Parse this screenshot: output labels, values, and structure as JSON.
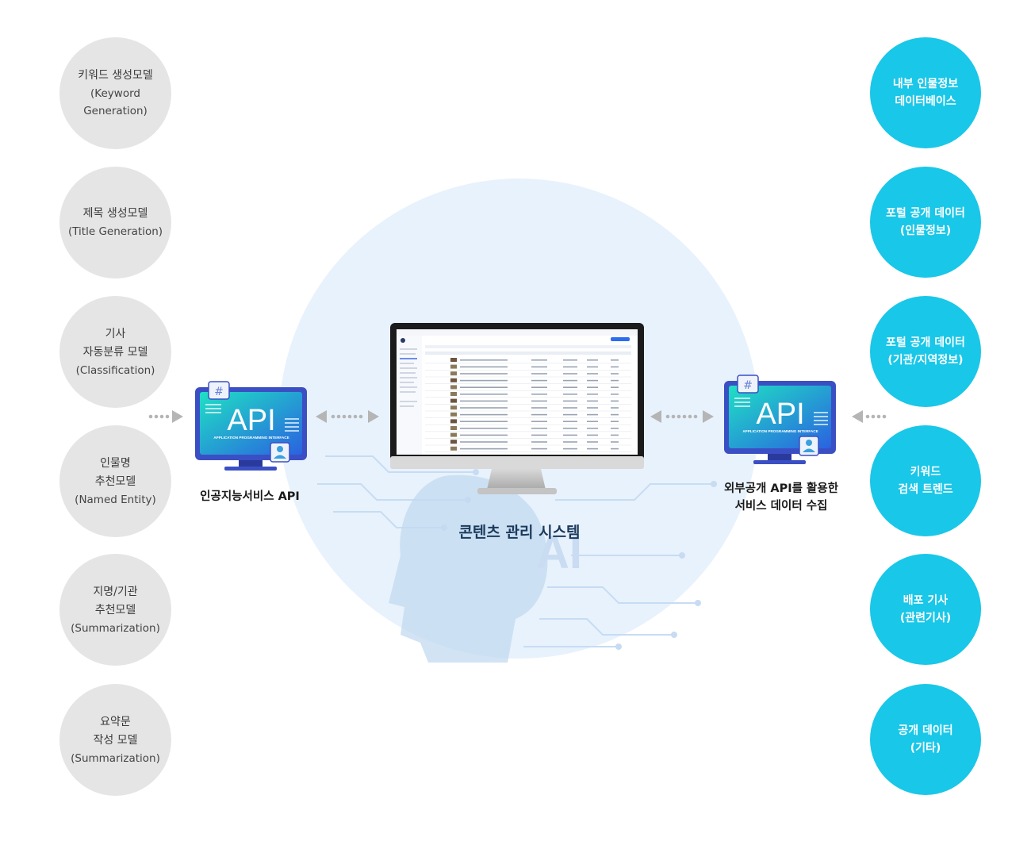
{
  "left_models": [
    {
      "lines": [
        "키워드 생성모델"
      ],
      "en": [
        "(Keyword",
        "Generation)"
      ]
    },
    {
      "lines": [
        "제목 생성모델"
      ],
      "en": [
        "(Title Generation)"
      ]
    },
    {
      "lines": [
        "기사",
        "자동분류 모델"
      ],
      "en": [
        "(Classification)"
      ]
    },
    {
      "lines": [
        "인물명",
        "추천모델"
      ],
      "en": [
        "(Named Entity)"
      ]
    },
    {
      "lines": [
        "지명/기관",
        "추천모델"
      ],
      "en": [
        "(Summarization)"
      ]
    },
    {
      "lines": [
        "요약문",
        "작성 모델"
      ],
      "en": [
        "(Summarization)"
      ]
    }
  ],
  "right_sources": [
    {
      "lines": [
        "내부 인물정보",
        "데이터베이스"
      ]
    },
    {
      "lines": [
        "포털 공개 데이터",
        "(인물정보)"
      ]
    },
    {
      "lines": [
        "포털 공개 데이터",
        "(기관/지역정보)"
      ]
    },
    {
      "lines": [
        "키워드",
        "검색 트렌드"
      ]
    },
    {
      "lines": [
        "배포 기사",
        "(관련기사)"
      ]
    },
    {
      "lines": [
        "공개 데이터",
        "(기타)"
      ]
    }
  ],
  "left_api": {
    "label": "API",
    "sub": "APPLICATION PROGRAMMING INTERFACE",
    "hash": "#",
    "caption": "인공지능서비스 API"
  },
  "right_api": {
    "label": "API",
    "sub": "APPLICATION PROGRAMMING INTERFACE",
    "hash": "#",
    "caption_line1": "외부공개 API를 활용한",
    "caption_line2": "서비스 데이터 수집"
  },
  "center": {
    "caption": "콘텐츠 관리 시스템",
    "watermark": "AI"
  },
  "colors": {
    "left_node": "#e5e5e5",
    "right_node": "#19c7e8",
    "big_circle": "#e8f2fc",
    "api_frame": "#3b4fc4",
    "api_screen_from": "#1fd6c9",
    "api_screen_to": "#2b6fe0",
    "arrow": "#b5b5b5",
    "center_caption": "#1b3a5c"
  }
}
